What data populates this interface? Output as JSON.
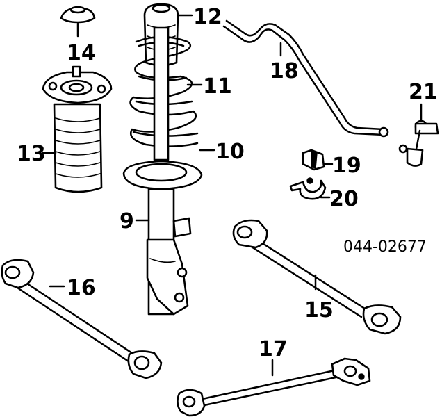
{
  "reference_number": "044-02677",
  "callouts": {
    "p9": "9",
    "p10": "10",
    "p11": "11",
    "p12": "12",
    "p13": "13",
    "p14": "14",
    "p15": "15",
    "p16": "16",
    "p17": "17",
    "p18": "18",
    "p19": "19",
    "p20": "20",
    "p21": "21"
  }
}
